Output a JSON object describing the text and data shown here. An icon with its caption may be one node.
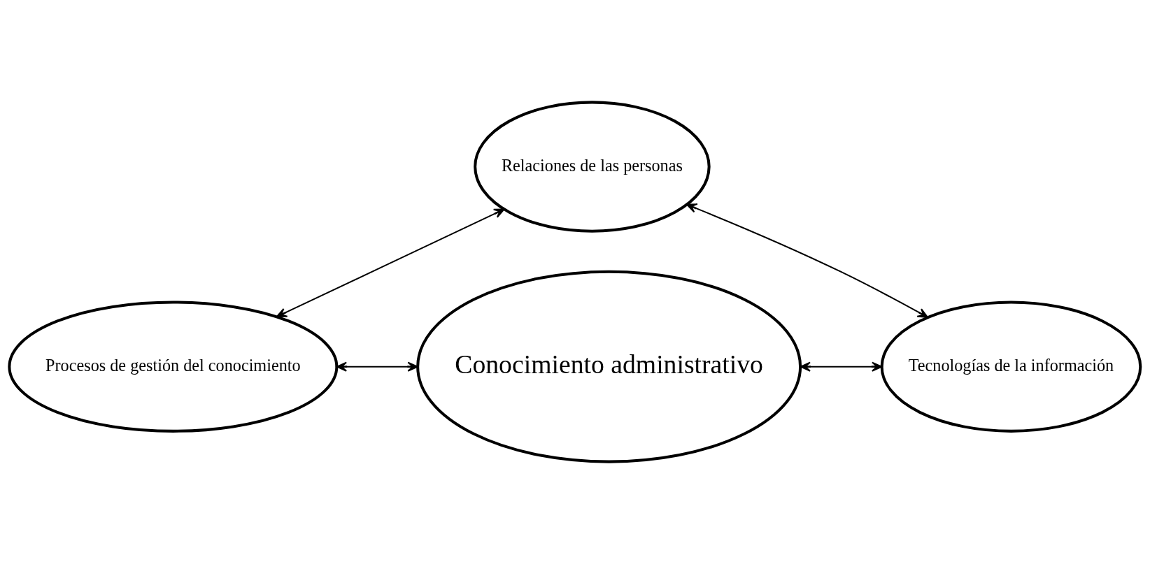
{
  "diagram": {
    "nodes": [
      {
        "text": [
          "Relaciones de las personas"
        ]
      },
      {
        "text": [
          "Procesos de gestión del conocimiento"
        ]
      },
      {
        "text": [
          "Conocimiento administrativo"
        ]
      },
      {
        "text": [
          "Tecnologías de la información"
        ]
      }
    ],
    "edges": [
      {
        "from": 0,
        "to": 1,
        "arrow": "both"
      },
      {
        "from": 0,
        "to": 3,
        "arrow": "both"
      },
      {
        "from": 1,
        "to": 2,
        "arrow": "both"
      },
      {
        "from": 2,
        "to": 3,
        "arrow": "both"
      }
    ]
  }
}
